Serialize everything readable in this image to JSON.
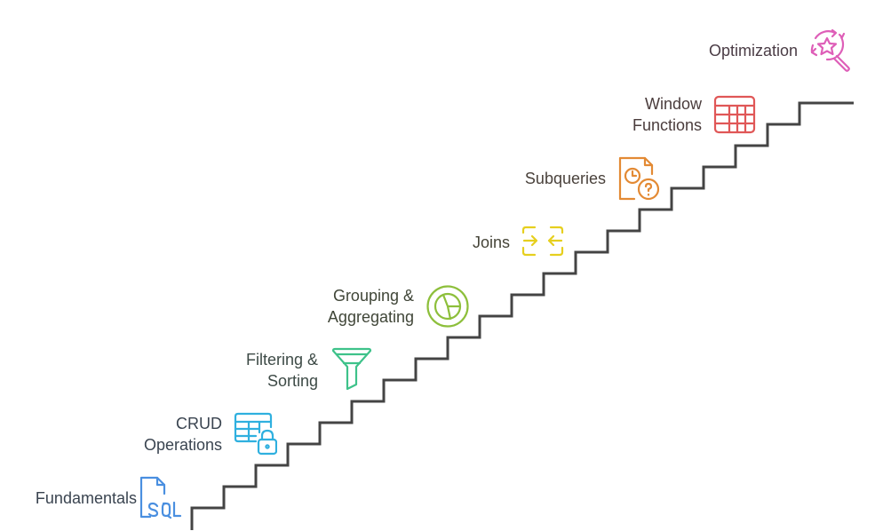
{
  "diagram": {
    "type": "staircase",
    "stair_color": "#444444",
    "steps": [
      {
        "label": "Fundamentals",
        "icon": "sql-file-icon",
        "color": "#4a8fe0",
        "text_color": "#3a4450"
      },
      {
        "label": "CRUD\nOperations",
        "icon": "table-lock-icon",
        "color": "#2fb0df",
        "text_color": "#3a4450"
      },
      {
        "label": "Filtering &\nSorting",
        "icon": "funnel-icon",
        "color": "#3ec28a",
        "text_color": "#3d4a46"
      },
      {
        "label": "Grouping &\nAggregating",
        "icon": "pie-chart-icon",
        "color": "#8dbf3b",
        "text_color": "#404638"
      },
      {
        "label": "Joins",
        "icon": "merge-arrows-icon",
        "color": "#e6cf1e",
        "text_color": "#454438"
      },
      {
        "label": "Subqueries",
        "icon": "document-clock-question-icon",
        "color": "#e38a34",
        "text_color": "#4a423c"
      },
      {
        "label": "Window\nFunctions",
        "icon": "grid-table-icon",
        "color": "#e05757",
        "text_color": "#4a3c3c"
      },
      {
        "label": "Optimization",
        "icon": "search-star-icon",
        "color": "#de5fb8",
        "text_color": "#4a3c45"
      }
    ]
  }
}
